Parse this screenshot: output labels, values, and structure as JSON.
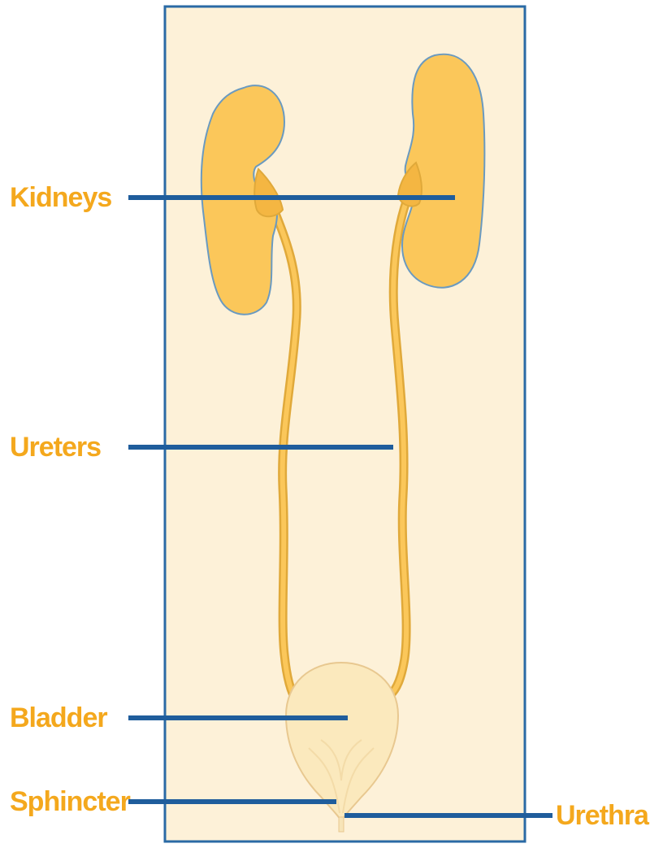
{
  "labels": {
    "kidneys": "Kidneys",
    "ureters": "Ureters",
    "bladder": "Bladder",
    "sphincter": "Sphincter",
    "urethra": "Urethra"
  },
  "colors": {
    "panel_fill": "#fdf1d8",
    "panel_border": "#2a6aa5",
    "organ_fill": "#fbc75a",
    "organ_outline": "#e0a93a",
    "bladder_fill": "#fbe9bd",
    "leader_line": "#1f5d9c",
    "label_text": "#f4a81d"
  }
}
